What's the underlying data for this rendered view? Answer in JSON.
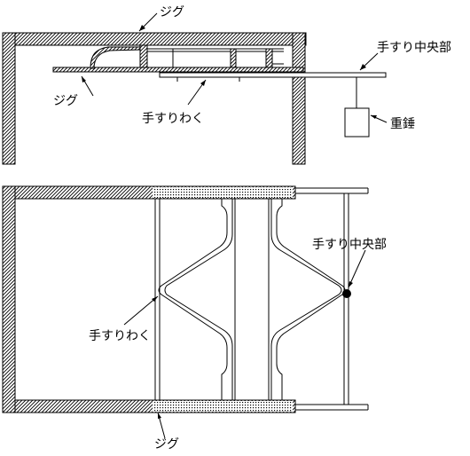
{
  "labels": {
    "jig_top": "ジグ",
    "jig_mid": "ジグ",
    "handrail_frame_top": "手すりわく",
    "handrail_center_top": "手すり中央部",
    "weight": "重錘",
    "handrail_center_bottom": "手すり中央部",
    "handrail_frame_bottom": "手すりわく",
    "jig_bottom": "ジグ"
  },
  "colors": {
    "stroke": "#000000",
    "hatch": "#000000",
    "background": "#ffffff"
  }
}
